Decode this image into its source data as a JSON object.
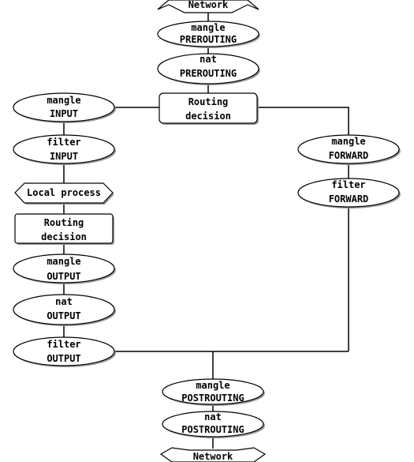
{
  "diagram": {
    "network_top": "Network",
    "mangle_prerouting": [
      "mangle",
      "PREROUTING"
    ],
    "nat_prerouting": [
      "nat",
      "PREROUTING"
    ],
    "routing_decision_1": [
      "Routing",
      "decision"
    ],
    "mangle_input": [
      "mangle",
      "INPUT"
    ],
    "filter_input": [
      "filter",
      "INPUT"
    ],
    "local_process": "Local process",
    "routing_decision_2": [
      "Routing",
      "decision"
    ],
    "mangle_output": [
      "mangle",
      "OUTPUT"
    ],
    "nat_output": [
      "nat",
      "OUTPUT"
    ],
    "filter_output": [
      "filter",
      "OUTPUT"
    ],
    "mangle_forward": [
      "mangle",
      "FORWARD"
    ],
    "filter_forward": [
      "filter",
      "FORWARD"
    ],
    "mangle_postrouting": [
      "mangle",
      "POSTROUTING"
    ],
    "nat_postrouting": [
      "nat",
      "POSTROUTING"
    ],
    "network_bottom": "Network"
  }
}
